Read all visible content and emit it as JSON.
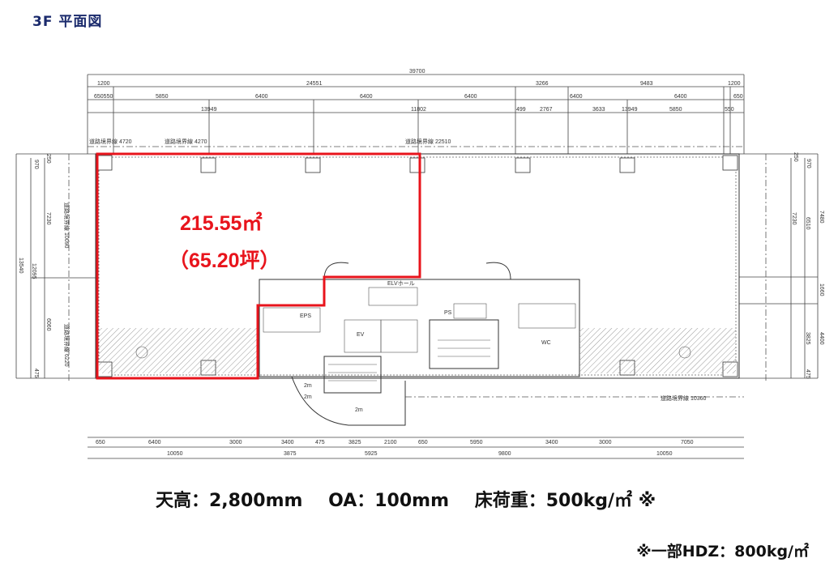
{
  "title": "3F 平面図",
  "area": {
    "sqm": "215.55㎡",
    "tsubo": "（65.20坪）",
    "color": "#e8141c"
  },
  "specs": {
    "ceiling": "天高：2,800mm",
    "oa": "OA：100mm",
    "floor_load": "床荷重：500kg/㎡ ※",
    "note": "※一部HDZ：800kg/㎡"
  },
  "dims": {
    "top0": "39700",
    "top1": [
      "1200",
      "24551",
      "3266",
      "9483",
      "1200"
    ],
    "top2": [
      "650550",
      "5850",
      "6400",
      "6400",
      "6400",
      "6400",
      "6400",
      "650"
    ],
    "top3": [
      "13949",
      "11802",
      "499",
      "2767",
      "3633",
      "13949",
      "5850",
      "550"
    ],
    "boundary": [
      "道路境界線 4720",
      "道路境界線 4270",
      "道路境界線 22510",
      "道路境界線 10360"
    ],
    "bottom1": [
      "650",
      "6400",
      "3000",
      "3400",
      "475",
      "3825",
      "2100",
      "650",
      "5950",
      "3400",
      "3000",
      "7050"
    ],
    "bottom2": [
      "10050",
      "3875",
      "5925",
      "9800",
      "10050"
    ],
    "left": [
      "250",
      "970",
      "7230",
      "6060",
      "475",
      "12095",
      "13540",
      "道路境界線 10090",
      "道路境界線 6220"
    ],
    "right": [
      "250",
      "970",
      "7230",
      "6510",
      "7480",
      "1660",
      "3825",
      "4400",
      "475"
    ]
  },
  "rooms": [
    "ELVホール",
    "EPS",
    "PS",
    "EV",
    "WC",
    "2m",
    "2m",
    "2m"
  ]
}
